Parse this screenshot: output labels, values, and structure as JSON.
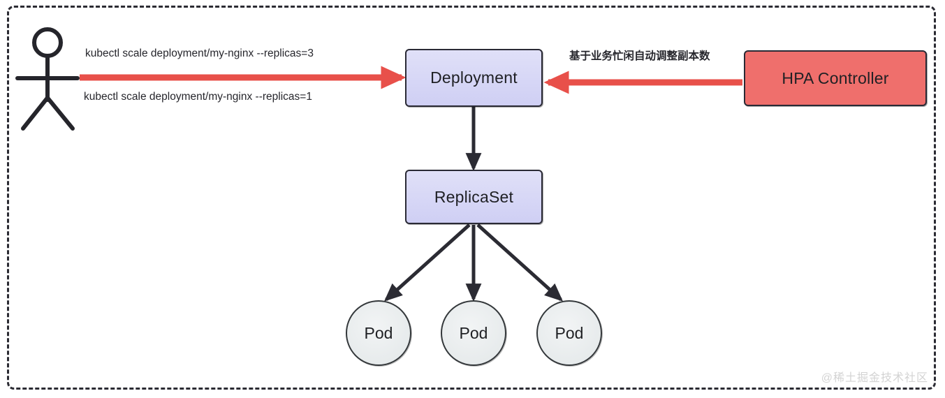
{
  "diagram": {
    "title": "Kubernetes Deployment scaling diagram",
    "colors": {
      "node_fill_lavender": "#d3d3f3",
      "node_fill_salmon": "#ef6f6c",
      "pod_fill": "#e8ecee",
      "node_stroke": "#2a2a35",
      "arrow_black": "#2b2b33",
      "arrow_red": "#e8504a",
      "boundary_stroke": "#2b2b33",
      "watermark": "#d3d3d3"
    },
    "actor": {
      "name": "user-actor",
      "type": "stick-figure"
    },
    "nodes": [
      {
        "id": "deployment",
        "label": "Deployment",
        "shape": "rounded-rect",
        "fill": "#d3d3f3"
      },
      {
        "id": "replicaset",
        "label": "ReplicaSet",
        "shape": "rounded-rect",
        "fill": "#d3d3f3"
      },
      {
        "id": "hpa",
        "label": "HPA Controller",
        "shape": "rounded-rect",
        "fill": "#ef6f6c"
      },
      {
        "id": "pod1",
        "label": "Pod",
        "shape": "circle",
        "fill": "#e8ecee"
      },
      {
        "id": "pod2",
        "label": "Pod",
        "shape": "circle",
        "fill": "#e8ecee"
      },
      {
        "id": "pod3",
        "label": "Pod",
        "shape": "circle",
        "fill": "#e8ecee"
      }
    ],
    "edges": [
      {
        "id": "actor-to-deployment",
        "from": "user-actor",
        "to": "deployment",
        "color": "#e8504a",
        "label_above": "kubectl scale deployment/my-nginx --replicas=3",
        "label_below": "kubectl scale deployment/my-nginx --replicas=1"
      },
      {
        "id": "hpa-to-deployment",
        "from": "hpa",
        "to": "deployment",
        "color": "#e8504a",
        "label_above": "基于业务忙闲自动调整副本数"
      },
      {
        "id": "deployment-to-replicaset",
        "from": "deployment",
        "to": "replicaset",
        "color": "#2b2b33",
        "label": ""
      },
      {
        "id": "replicaset-to-pod1",
        "from": "replicaset",
        "to": "pod1",
        "color": "#2b2b33",
        "label": ""
      },
      {
        "id": "replicaset-to-pod2",
        "from": "replicaset",
        "to": "pod2",
        "color": "#2b2b33",
        "label": ""
      },
      {
        "id": "replicaset-to-pod3",
        "from": "replicaset",
        "to": "pod3",
        "color": "#2b2b33",
        "label": ""
      }
    ],
    "watermark": "@稀土掘金技术社区"
  }
}
